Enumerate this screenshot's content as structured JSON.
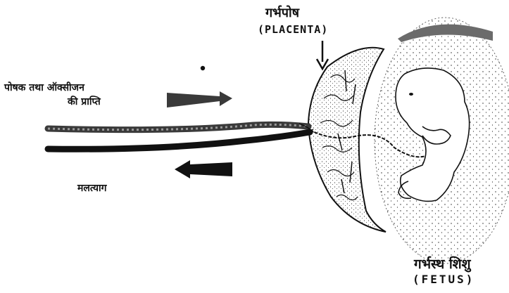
{
  "labels": {
    "placenta_hindi": "गर्भपोष",
    "placenta_english": "(PLACENTA)",
    "nutrition_line1": "पोषक तथा ऑक्सीजन",
    "nutrition_line2": "की प्राप्ति",
    "excretion": "मलत्याग",
    "fetus_hindi": "गर्भस्थ शिशु",
    "fetus_english": "(FETUS)"
  },
  "colors": {
    "ink": "#111111",
    "paper": "#ffffff"
  }
}
